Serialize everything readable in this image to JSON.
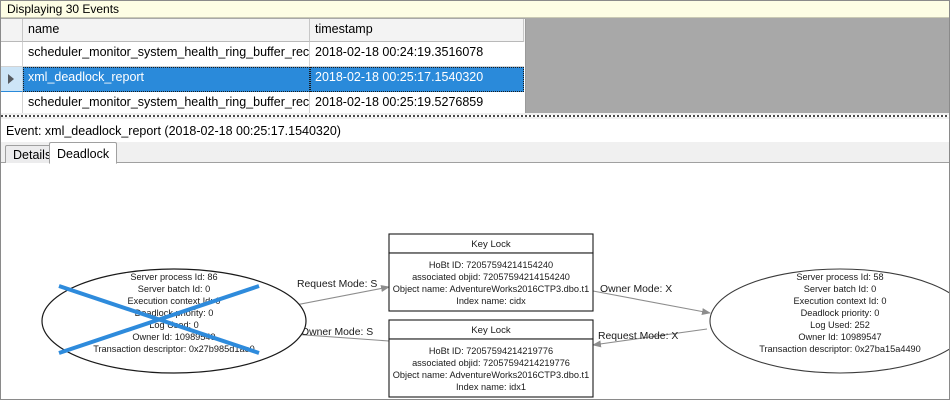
{
  "grid": {
    "caption": "Displaying 30 Events",
    "columns": [
      "",
      "name",
      "timestamp"
    ],
    "rows": [
      {
        "marker": "",
        "name": "scheduler_monitor_system_health_ring_buffer_recorded",
        "timestamp": "2018-02-18 00:24:19.3516078",
        "selected": false
      },
      {
        "marker": "▶",
        "name": "xml_deadlock_report",
        "timestamp": "2018-02-18 00:25:17.1540320",
        "selected": true
      },
      {
        "marker": "",
        "name": "scheduler_monitor_system_health_ring_buffer_recorded",
        "timestamp": "2018-02-18 00:25:19.5276859",
        "selected": false
      }
    ],
    "selection_color": "#2a8ada",
    "caption_bg": "#fdfde4"
  },
  "event_header": "Event: xml_deadlock_report (2018-02-18 00:25:17.1540320)",
  "tabs": [
    {
      "label": "Details",
      "active": false
    },
    {
      "label": "Deadlock",
      "active": true
    }
  ],
  "graph": {
    "victim_cross_color": "#2e8bdc",
    "processes": [
      {
        "id": "process-left",
        "victim": true,
        "lines": [
          "Server process Id: 86",
          "Server batch Id: 0",
          "Execution context Id: 0",
          "Deadlock priority: 0",
          "Log Used: 0",
          "Owner Id: 10989549",
          "Transaction descriptor: 0x27b985d1ae0"
        ]
      },
      {
        "id": "process-right",
        "victim": false,
        "lines": [
          "Server process Id: 58",
          "Server batch Id: 0",
          "Execution context Id: 0",
          "Deadlock priority: 0",
          "Log Used: 252",
          "Owner Id: 10989547",
          "Transaction descriptor: 0x27ba15a4490"
        ]
      }
    ],
    "resources": [
      {
        "id": "key-lock-top",
        "title": "Key Lock",
        "lines": [
          "HoBt ID: 72057594214154240",
          "associated objid: 72057594214154240",
          "Object name: AdventureWorks2016CTP3.dbo.t1",
          "Index name: cidx"
        ]
      },
      {
        "id": "key-lock-bottom",
        "title": "Key Lock",
        "lines": [
          "HoBt ID: 72057594214219776",
          "associated objid: 72057594214219776",
          "Object name: AdventureWorks2016CTP3.dbo.t1",
          "Index name: idx1"
        ]
      }
    ],
    "edges": [
      {
        "id": "edge-request-s",
        "label": "Request Mode: S"
      },
      {
        "id": "edge-owner-s",
        "label": "Owner Mode: S"
      },
      {
        "id": "edge-owner-x",
        "label": "Owner Mode: X"
      },
      {
        "id": "edge-request-x",
        "label": "Request Mode: X"
      }
    ]
  }
}
